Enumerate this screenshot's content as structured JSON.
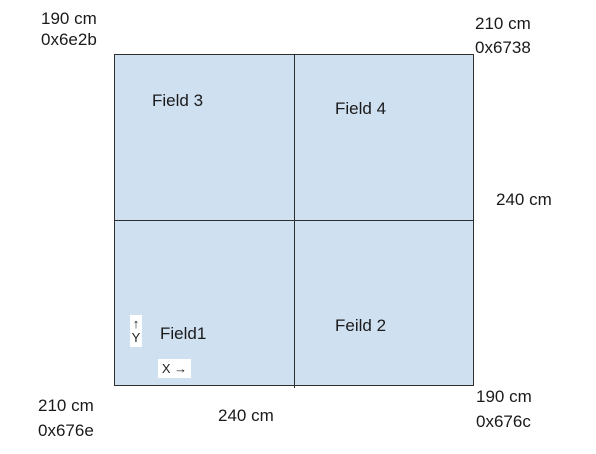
{
  "corners": {
    "top_left": {
      "length": "190 cm",
      "id": "0x6e2b"
    },
    "top_right": {
      "length": "210 cm",
      "id": "0x6738"
    },
    "bottom_left": {
      "length": "210 cm",
      "id": "0x676e"
    },
    "bottom_right": {
      "length": "190 cm",
      "id": "0x676c"
    }
  },
  "dimensions": {
    "right_side": "240 cm",
    "bottom_side": "240 cm"
  },
  "fields": {
    "field3": "Field 3",
    "field4": "Field 4",
    "field1": "Field1",
    "field2": "Feild 2"
  },
  "axes": {
    "y_arrow": "↑",
    "y_label": "Y",
    "x_label": "X →"
  },
  "colors": {
    "field_fill": "#cfe0f1",
    "grid_line": "#2f2f2f"
  }
}
